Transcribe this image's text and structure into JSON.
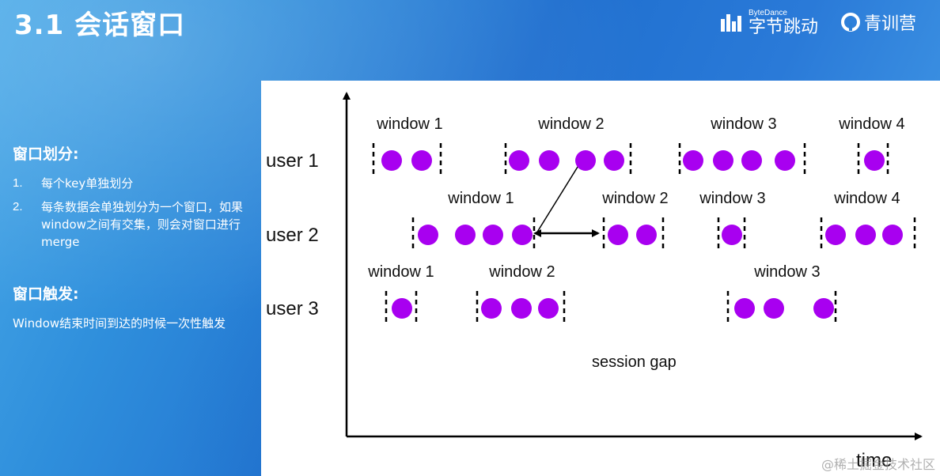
{
  "header": {
    "title": "3.1 会话窗口",
    "brand_bytedance_small": "ByteDance",
    "brand_bytedance": "字节跳动",
    "brand_qingxun": "青训营"
  },
  "left_panel": {
    "division_heading": "窗口划分:",
    "division_items": [
      {
        "num": "1.",
        "text": "每个key单独划分"
      },
      {
        "num": "2.",
        "text": "每条数据会单独划分为一个窗口，如果window之间有交集，则会对窗口进行merge"
      }
    ],
    "trigger_heading": "窗口触发:",
    "trigger_text": "Window结束时间到达的时候一次性触发"
  },
  "diagram": {
    "time_label": "time",
    "session_gap_label": "session gap",
    "colors": {
      "dot": "#a800f0",
      "line": "#000000"
    },
    "rows": [
      {
        "user": "user 1",
        "windows": [
          {
            "label": "window 1",
            "dots": 2
          },
          {
            "label": "window 2",
            "dots": 4
          },
          {
            "label": "window 3",
            "dots": 4
          },
          {
            "label": "window 4",
            "dots": 1
          }
        ]
      },
      {
        "user": "user 2",
        "windows": [
          {
            "label": "window 1",
            "dots": 4
          },
          {
            "label": "window 2",
            "dots": 2
          },
          {
            "label": "window 3",
            "dots": 1
          },
          {
            "label": "window 4",
            "dots": 3
          }
        ]
      },
      {
        "user": "user 3",
        "windows": [
          {
            "label": "window 1",
            "dots": 1
          },
          {
            "label": "window 2",
            "dots": 3
          },
          {
            "label": "window 3",
            "dots": 3
          }
        ]
      }
    ]
  },
  "watermark": "@稀土掘金技术社区"
}
